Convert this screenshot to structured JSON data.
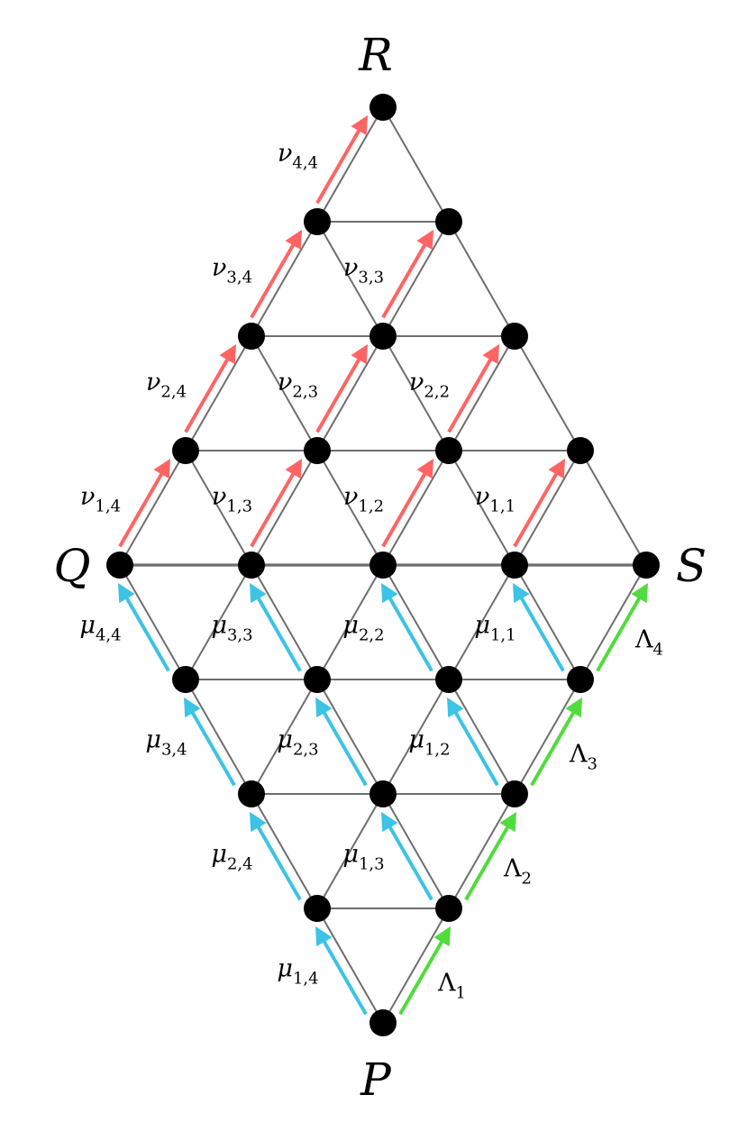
{
  "colors": {
    "nu": "#ff6464",
    "mu": "#3cc3e6",
    "lambda": "#50dc3c",
    "edge": "#6e6e6e",
    "node": "#000000"
  },
  "vertices": {
    "top": "R",
    "left": "Q",
    "right": "S",
    "bottom": "P"
  },
  "nu_labels": [
    {
      "sym": "ν",
      "sub": "4,4"
    },
    {
      "sym": "ν",
      "sub": "3,4"
    },
    {
      "sym": "ν",
      "sub": "3,3"
    },
    {
      "sym": "ν",
      "sub": "2,4"
    },
    {
      "sym": "ν",
      "sub": "2,3"
    },
    {
      "sym": "ν",
      "sub": "2,2"
    },
    {
      "sym": "ν",
      "sub": "1,4"
    },
    {
      "sym": "ν",
      "sub": "1,3"
    },
    {
      "sym": "ν",
      "sub": "1,2"
    },
    {
      "sym": "ν",
      "sub": "1,1"
    }
  ],
  "mu_labels": [
    {
      "sym": "μ",
      "sub": "4,4"
    },
    {
      "sym": "μ",
      "sub": "3,3"
    },
    {
      "sym": "μ",
      "sub": "2,2"
    },
    {
      "sym": "μ",
      "sub": "1,1"
    },
    {
      "sym": "μ",
      "sub": "3,4"
    },
    {
      "sym": "μ",
      "sub": "2,3"
    },
    {
      "sym": "μ",
      "sub": "1,2"
    },
    {
      "sym": "μ",
      "sub": "2,4"
    },
    {
      "sym": "μ",
      "sub": "1,3"
    },
    {
      "sym": "μ",
      "sub": "1,4"
    }
  ],
  "lambda_labels": [
    {
      "sym": "Λ",
      "sub": "4"
    },
    {
      "sym": "Λ",
      "sub": "3"
    },
    {
      "sym": "Λ",
      "sub": "2"
    },
    {
      "sym": "Λ",
      "sub": "1"
    }
  ]
}
